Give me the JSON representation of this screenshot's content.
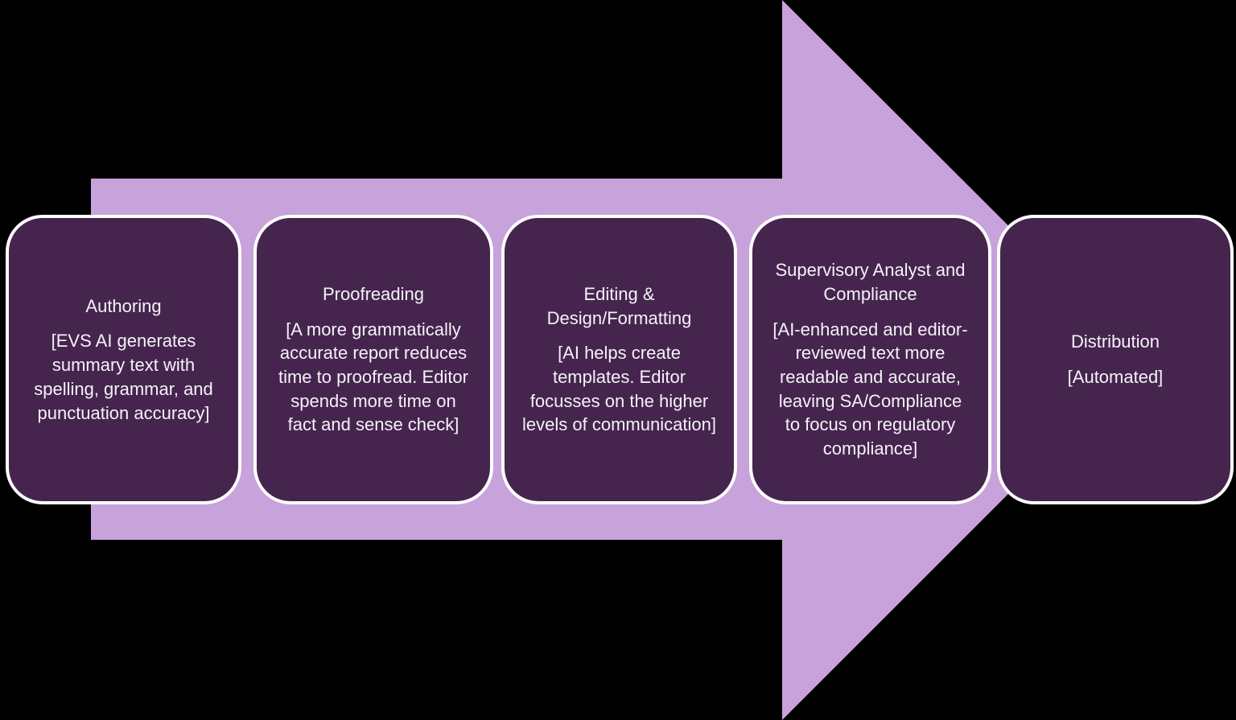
{
  "diagram": {
    "type": "process-arrow",
    "direction": "right",
    "stages": [
      {
        "title": "Authoring",
        "description": "[EVS AI generates summary text with spelling, grammar, and punctuation accuracy]"
      },
      {
        "title": "Proofreading",
        "description": "[A more grammatically accurate report reduces time to proofread. Editor spends more time on fact and sense check]"
      },
      {
        "title": "Editing & Design/Formatting",
        "description": "[AI helps create templates. Editor focusses on the higher levels of communication]"
      },
      {
        "title": "Supervisory Analyst and Compliance",
        "description": "[AI-enhanced and editor-reviewed text more readable and accurate, leaving SA/Compliance to focus on regulatory compliance]"
      },
      {
        "title": "Distribution",
        "description": "[Automated]"
      }
    ]
  },
  "colors": {
    "background": "#000000",
    "arrow_fill": "#c8a2da",
    "box_fill": "#45254e",
    "box_border": "#ffffff",
    "text": "#f6f1f9"
  }
}
